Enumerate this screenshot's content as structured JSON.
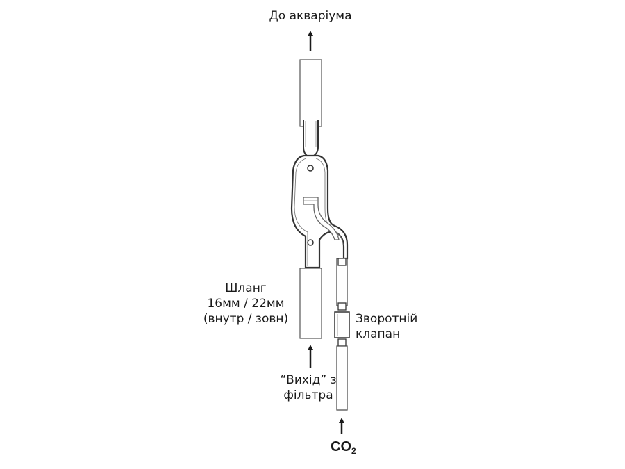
{
  "labels": {
    "to_aquarium": "До акваріума",
    "hose_line1": "Шланг",
    "hose_line2": "16мм / 22мм",
    "hose_line3": "(внутр / зовн)",
    "check_valve_line1": "Зворотній",
    "check_valve_line2": "клапан",
    "filter_out_line1": "“Вихід” з",
    "filter_out_line2": "фільтра",
    "co2_main": "CO",
    "co2_sub": "2"
  },
  "colors": {
    "stroke": "#1a1a1a",
    "glass": "#555555",
    "background": "#ffffff"
  }
}
